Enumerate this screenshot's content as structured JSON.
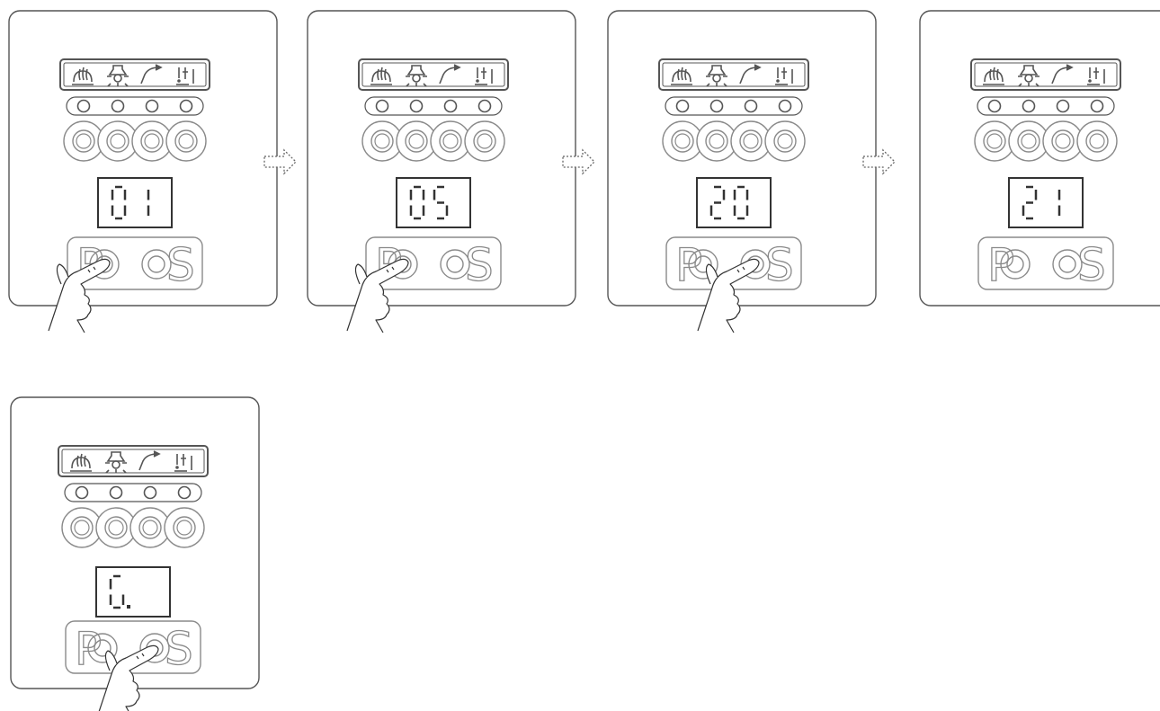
{
  "colors": {
    "stroke": "#555555",
    "light": "#8a8a8a",
    "lcd": "#333333",
    "bg": "#ffffff"
  },
  "icons": [
    "fan-icon",
    "light-icon",
    "curve-icon",
    "filter-icon"
  ],
  "panels": [
    {
      "display": "01",
      "pressed": [
        "p-button-left"
      ]
    },
    {
      "display": "05",
      "pressed": [
        "p-button-left"
      ]
    },
    {
      "display": "20",
      "pressed": [
        "p-button-left",
        "s-button-right"
      ]
    },
    {
      "display": "21",
      "pressed": []
    },
    {
      "display": "G.",
      "pressed": [
        "p-button-left",
        "s-button-right"
      ]
    }
  ],
  "button_letters": {
    "left": "P",
    "right": "S"
  }
}
